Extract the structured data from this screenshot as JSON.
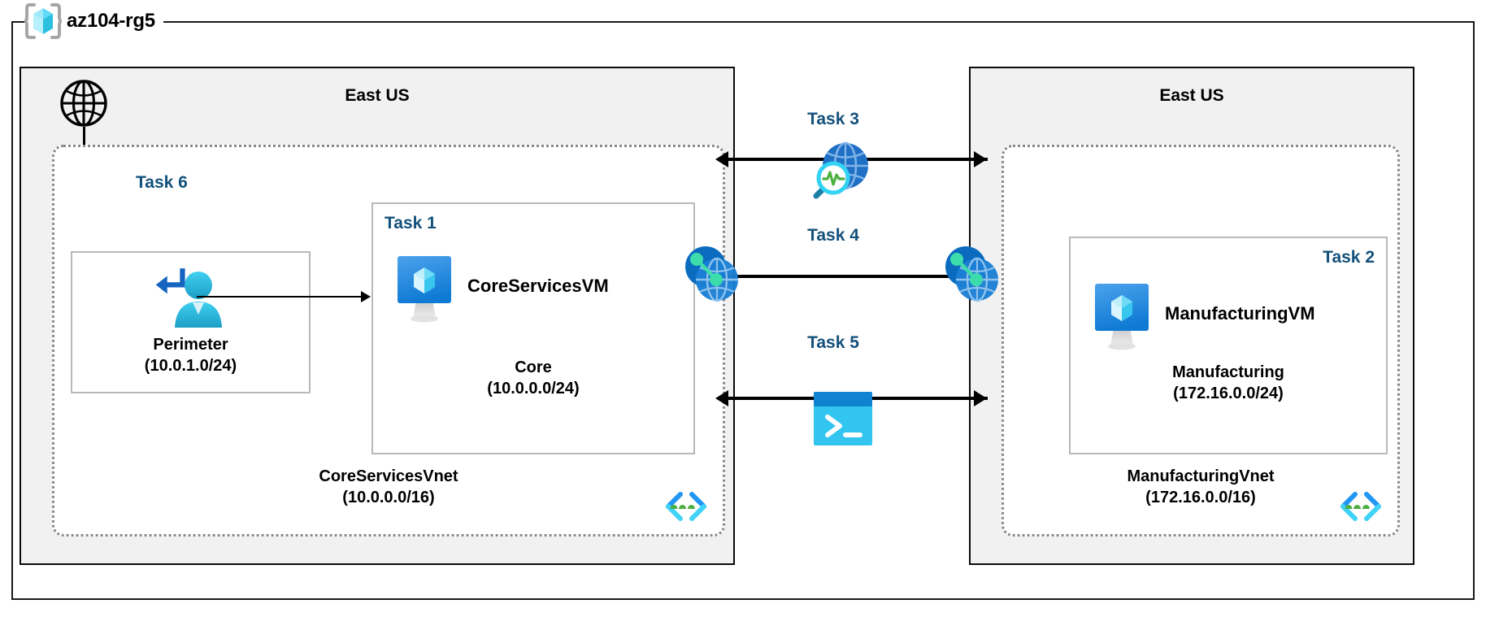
{
  "diagram": {
    "resource_group": {
      "name": "az104-rg5",
      "icon": "resource-group-cube-icon"
    },
    "regions": [
      {
        "id": "left",
        "title": "East US"
      },
      {
        "id": "right",
        "title": "East US"
      }
    ],
    "internet": {
      "icon": "globe-icon"
    },
    "vnets": [
      {
        "id": "coreservices",
        "name": "CoreServicesVnet",
        "cidr": "(10.0.0.0/16)",
        "label": "CoreServicesVnet\n(10.0.0.0/16)",
        "icon": "virtual-network-icon"
      },
      {
        "id": "manufacturing",
        "name": "ManufacturingVnet",
        "cidr": "(172.16.0.0/16)",
        "label": "ManufacturingVnet\n(172.16.0.0/16)",
        "icon": "virtual-network-icon"
      }
    ],
    "subnets": [
      {
        "id": "perimeter",
        "task": "Task 6",
        "name": "Perimeter",
        "cidr": "(10.0.1.0/24)",
        "label": "Perimeter\n(10.0.1.0/24)",
        "icon": "bastion-user-icon"
      },
      {
        "id": "core",
        "task": "Task 1",
        "name": "Core",
        "cidr": "(10.0.0.0/24)",
        "label": "Core\n(10.0.0.0/24)",
        "vm": "CoreServicesVM",
        "icon": "virtual-machine-icon"
      },
      {
        "id": "manufacturing",
        "task": "Task 2",
        "name": "Manufacturing",
        "cidr": "(172.16.0.0/24)",
        "label": "Manufacturing\n(172.16.0.0/24)",
        "vm": "ManufacturingVM",
        "icon": "virtual-machine-icon"
      }
    ],
    "connections": [
      {
        "id": "task3",
        "task": "Task 3",
        "icon": "network-watcher-icon",
        "direction": "bidirectional"
      },
      {
        "id": "task4",
        "task": "Task 4",
        "icon": "vnet-peering-icon",
        "direction": "bidirectional"
      },
      {
        "id": "task5",
        "task": "Task 5",
        "icon": "cloud-shell-icon",
        "direction": "bidirectional"
      }
    ],
    "peering_endpoints": [
      {
        "id": "peer-left",
        "icon": "vnet-peering-icon"
      },
      {
        "id": "peer-right",
        "icon": "vnet-peering-icon"
      }
    ],
    "colors": {
      "task_label": "#13507b",
      "region_fill": "#f1f1f1",
      "region_border": "#0b0b0b",
      "vnet_border": "#8a8a8a",
      "subnet_border": "#b9b9b9",
      "azure_blue": "#1b8ad6",
      "azure_cyan": "#32c5f4",
      "accent_green": "#4caf3e",
      "connector": "#000000"
    }
  }
}
